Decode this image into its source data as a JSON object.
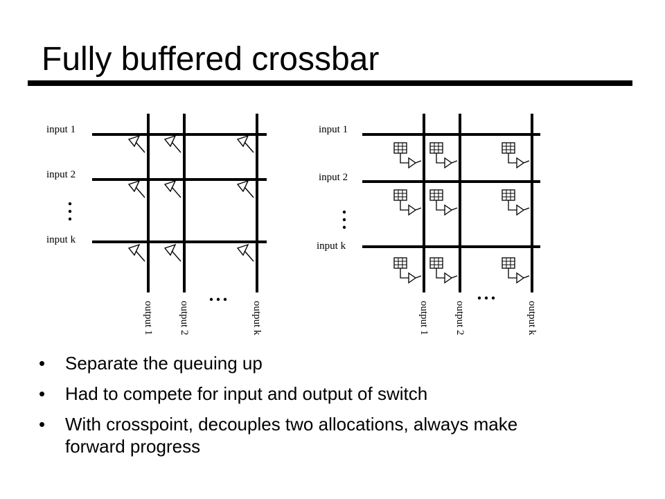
{
  "slide": {
    "title": "Fully buffered crossbar",
    "bullets": [
      "Separate the queuing up",
      "Had to compete for input and output of switch",
      "With crosspoint, decouples two allocations, always make forward progress"
    ]
  },
  "left_figure": {
    "input_labels": [
      "input 1",
      "input 2",
      "input k"
    ],
    "output_labels": [
      "output 1",
      "output 2",
      "output k"
    ]
  },
  "right_figure": {
    "input_labels": [
      "input 1",
      "input 2",
      "input k"
    ],
    "output_labels": [
      "output 1",
      "output 2",
      "output k"
    ]
  }
}
